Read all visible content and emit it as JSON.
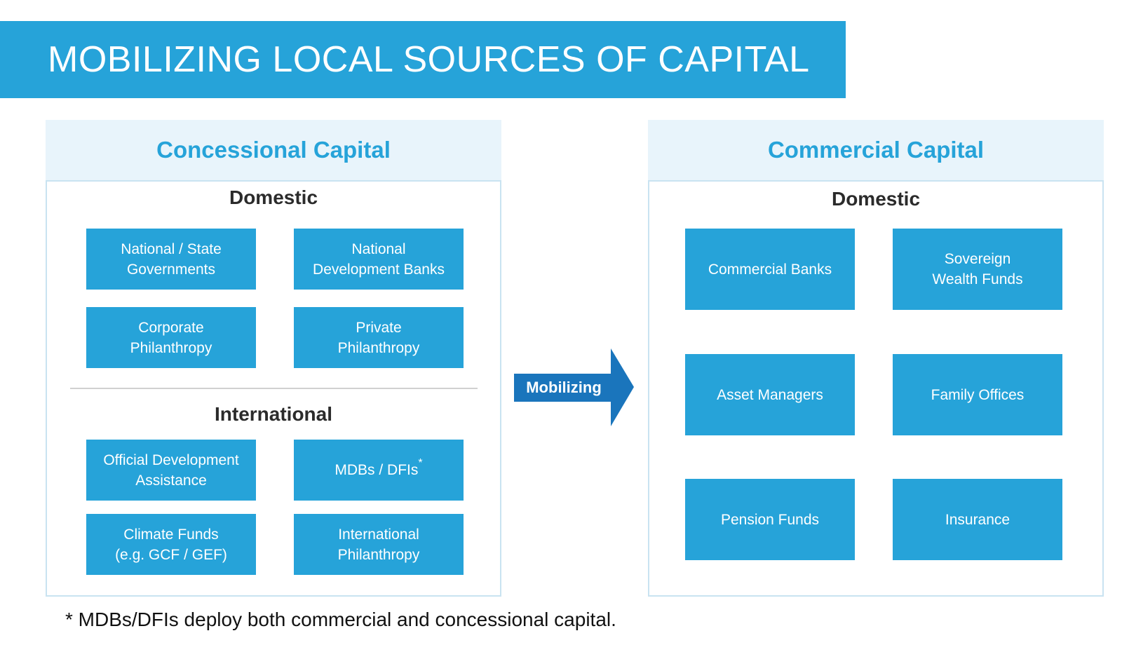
{
  "title": "MOBILIZING LOCAL SOURCES OF CAPITAL",
  "concessional": {
    "header": "Concessional Capital",
    "domestic_heading": "Domestic",
    "domestic_boxes": [
      {
        "line1": "National / State",
        "line2": "Governments"
      },
      {
        "line1": "National",
        "line2": "Development Banks"
      },
      {
        "line1": "Corporate",
        "line2": "Philanthropy"
      },
      {
        "line1": "Private",
        "line2": "Philanthropy"
      }
    ],
    "international_heading": "International",
    "international_boxes": [
      {
        "line1": "Official Development",
        "line2": "Assistance"
      },
      {
        "line1": "MDBs / DFIs",
        "sup": "*"
      },
      {
        "line1": "Climate Funds",
        "line2": "(e.g. GCF / GEF)"
      },
      {
        "line1": "International",
        "line2": "Philanthropy"
      }
    ]
  },
  "arrow": {
    "label": "Mobilizing",
    "color": "#1a75bc"
  },
  "commercial": {
    "header": "Commercial Capital",
    "domestic_heading": "Domestic",
    "boxes": [
      {
        "line1": "Commercial Banks"
      },
      {
        "line1": "Sovereign",
        "line2": "Wealth Funds"
      },
      {
        "line1": "Asset Managers"
      },
      {
        "line1": "Family Offices"
      },
      {
        "line1": "Pension Funds"
      },
      {
        "line1": "Insurance"
      }
    ]
  },
  "footnote": "* MDBs/DFIs deploy both commercial and concessional capital.",
  "colors": {
    "accent": "#26a3d9",
    "header_bg": "#e8f4fb",
    "arrow": "#1a75bc"
  }
}
